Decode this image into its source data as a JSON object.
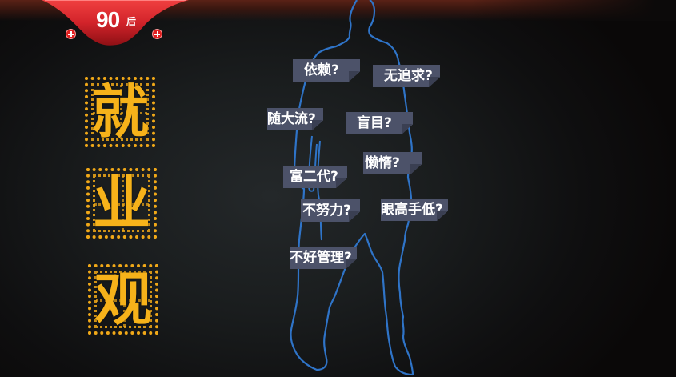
{
  "banner": {
    "number": "90",
    "suffix": "后",
    "color": "#d2232a",
    "plus_icons": 2
  },
  "title": {
    "chars": [
      "就",
      "业",
      "观"
    ],
    "color": "#f6b21a"
  },
  "figure": {
    "outline_color": "#2f74c8"
  },
  "tags": [
    {
      "label": "依赖?"
    },
    {
      "label": "无追求?"
    },
    {
      "label": "随大流?"
    },
    {
      "label": "盲目?"
    },
    {
      "label": "懒惰?"
    },
    {
      "label": "富二代?"
    },
    {
      "label": "不努力?"
    },
    {
      "label": "眼高手低?"
    },
    {
      "label": "不好管理?"
    }
  ],
  "colors": {
    "background": "#1a1d1e",
    "tag_bg": "#4c5269",
    "tag_text": "#ffffff"
  }
}
